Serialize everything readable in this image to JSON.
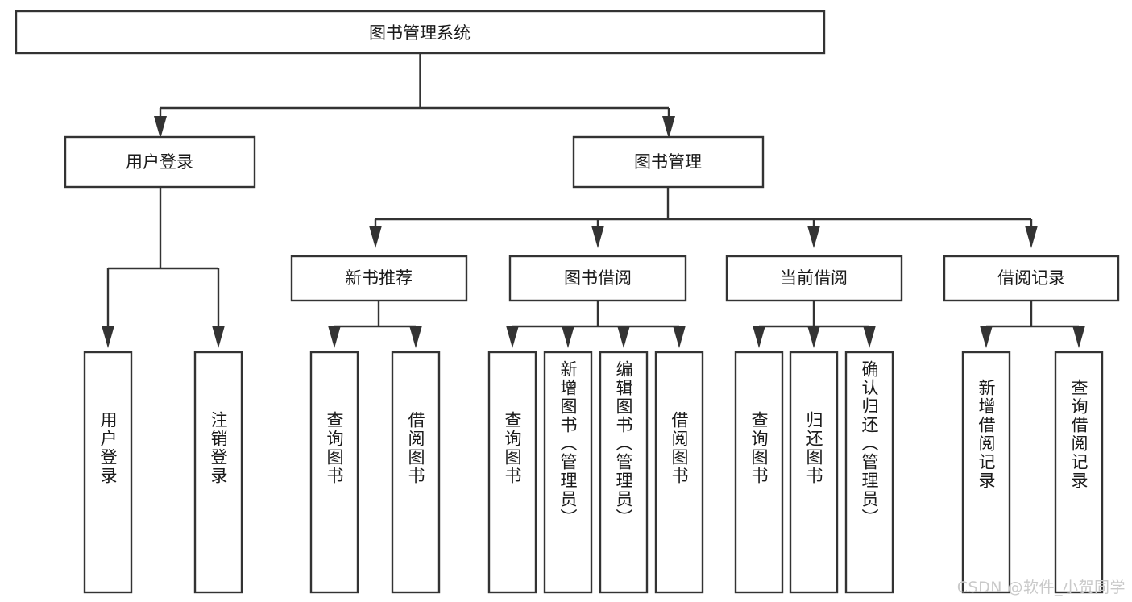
{
  "diagram": {
    "type": "tree-hierarchy",
    "title": "图书管理系统",
    "root": {
      "id": "root",
      "label": "图书管理系统",
      "level": 0
    },
    "level1": [
      {
        "id": "user-login",
        "label": "用户登录"
      },
      {
        "id": "book-manage",
        "label": "图书管理"
      }
    ],
    "level2": [
      {
        "id": "new-book-rec",
        "label": "新书推荐",
        "parent": "book-manage"
      },
      {
        "id": "book-borrow",
        "label": "图书借阅",
        "parent": "book-manage"
      },
      {
        "id": "current-borrow",
        "label": "当前借阅",
        "parent": "book-manage"
      },
      {
        "id": "borrow-record",
        "label": "借阅记录",
        "parent": "book-manage"
      }
    ],
    "leaves": {
      "user_login": [
        {
          "id": "leaf-user-login",
          "label": "用户登录"
        },
        {
          "id": "leaf-user-logout",
          "label": "注销登录"
        }
      ],
      "new_book_rec": [
        {
          "id": "leaf-query-book-1",
          "label": "查询图书"
        },
        {
          "id": "leaf-borrow-book-1",
          "label": "借阅图书"
        }
      ],
      "book_borrow": [
        {
          "id": "leaf-query-book-2",
          "label": "查询图书"
        },
        {
          "id": "leaf-add-book",
          "label": "新增图书（管理员）"
        },
        {
          "id": "leaf-edit-book",
          "label": "编辑图书（管理员）"
        },
        {
          "id": "leaf-borrow-book-2",
          "label": "借阅图书"
        }
      ],
      "current_borrow": [
        {
          "id": "leaf-query-book-3",
          "label": "查询图书"
        },
        {
          "id": "leaf-return-book",
          "label": "归还图书"
        },
        {
          "id": "leaf-confirm-return",
          "label": "确认归还（管理员）"
        }
      ],
      "borrow_record": [
        {
          "id": "leaf-add-record",
          "label": "新增借阅记录"
        },
        {
          "id": "leaf-query-record",
          "label": "查询借阅记录"
        }
      ]
    },
    "colors": {
      "background": "#ffffff",
      "box_fill": "#ffffff",
      "box_stroke": "#333333",
      "text": "#1a1a1a",
      "connector": "#333333",
      "watermark": "#c9c9c9"
    }
  },
  "watermark": {
    "text": "CSDN @软件_小贺同学"
  }
}
